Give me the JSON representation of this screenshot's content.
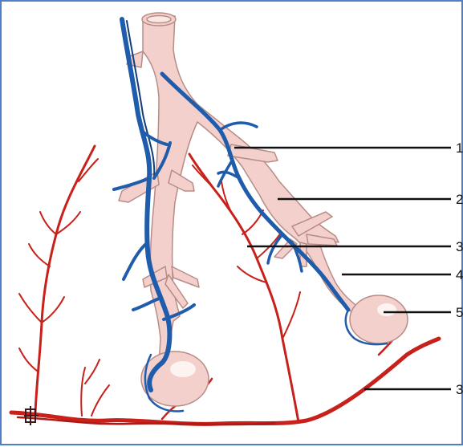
{
  "colors": {
    "bronchus_fill": "#f4d0cc",
    "bronchus_stroke": "#b88c86",
    "vein": "#1f5cab",
    "vein_dark": "#123e78",
    "artery": "#c8201a",
    "leader": "#111111",
    "frame": "#4f7fc4"
  },
  "labels": [
    "1",
    "2",
    "3",
    "4",
    "5",
    "3"
  ]
}
